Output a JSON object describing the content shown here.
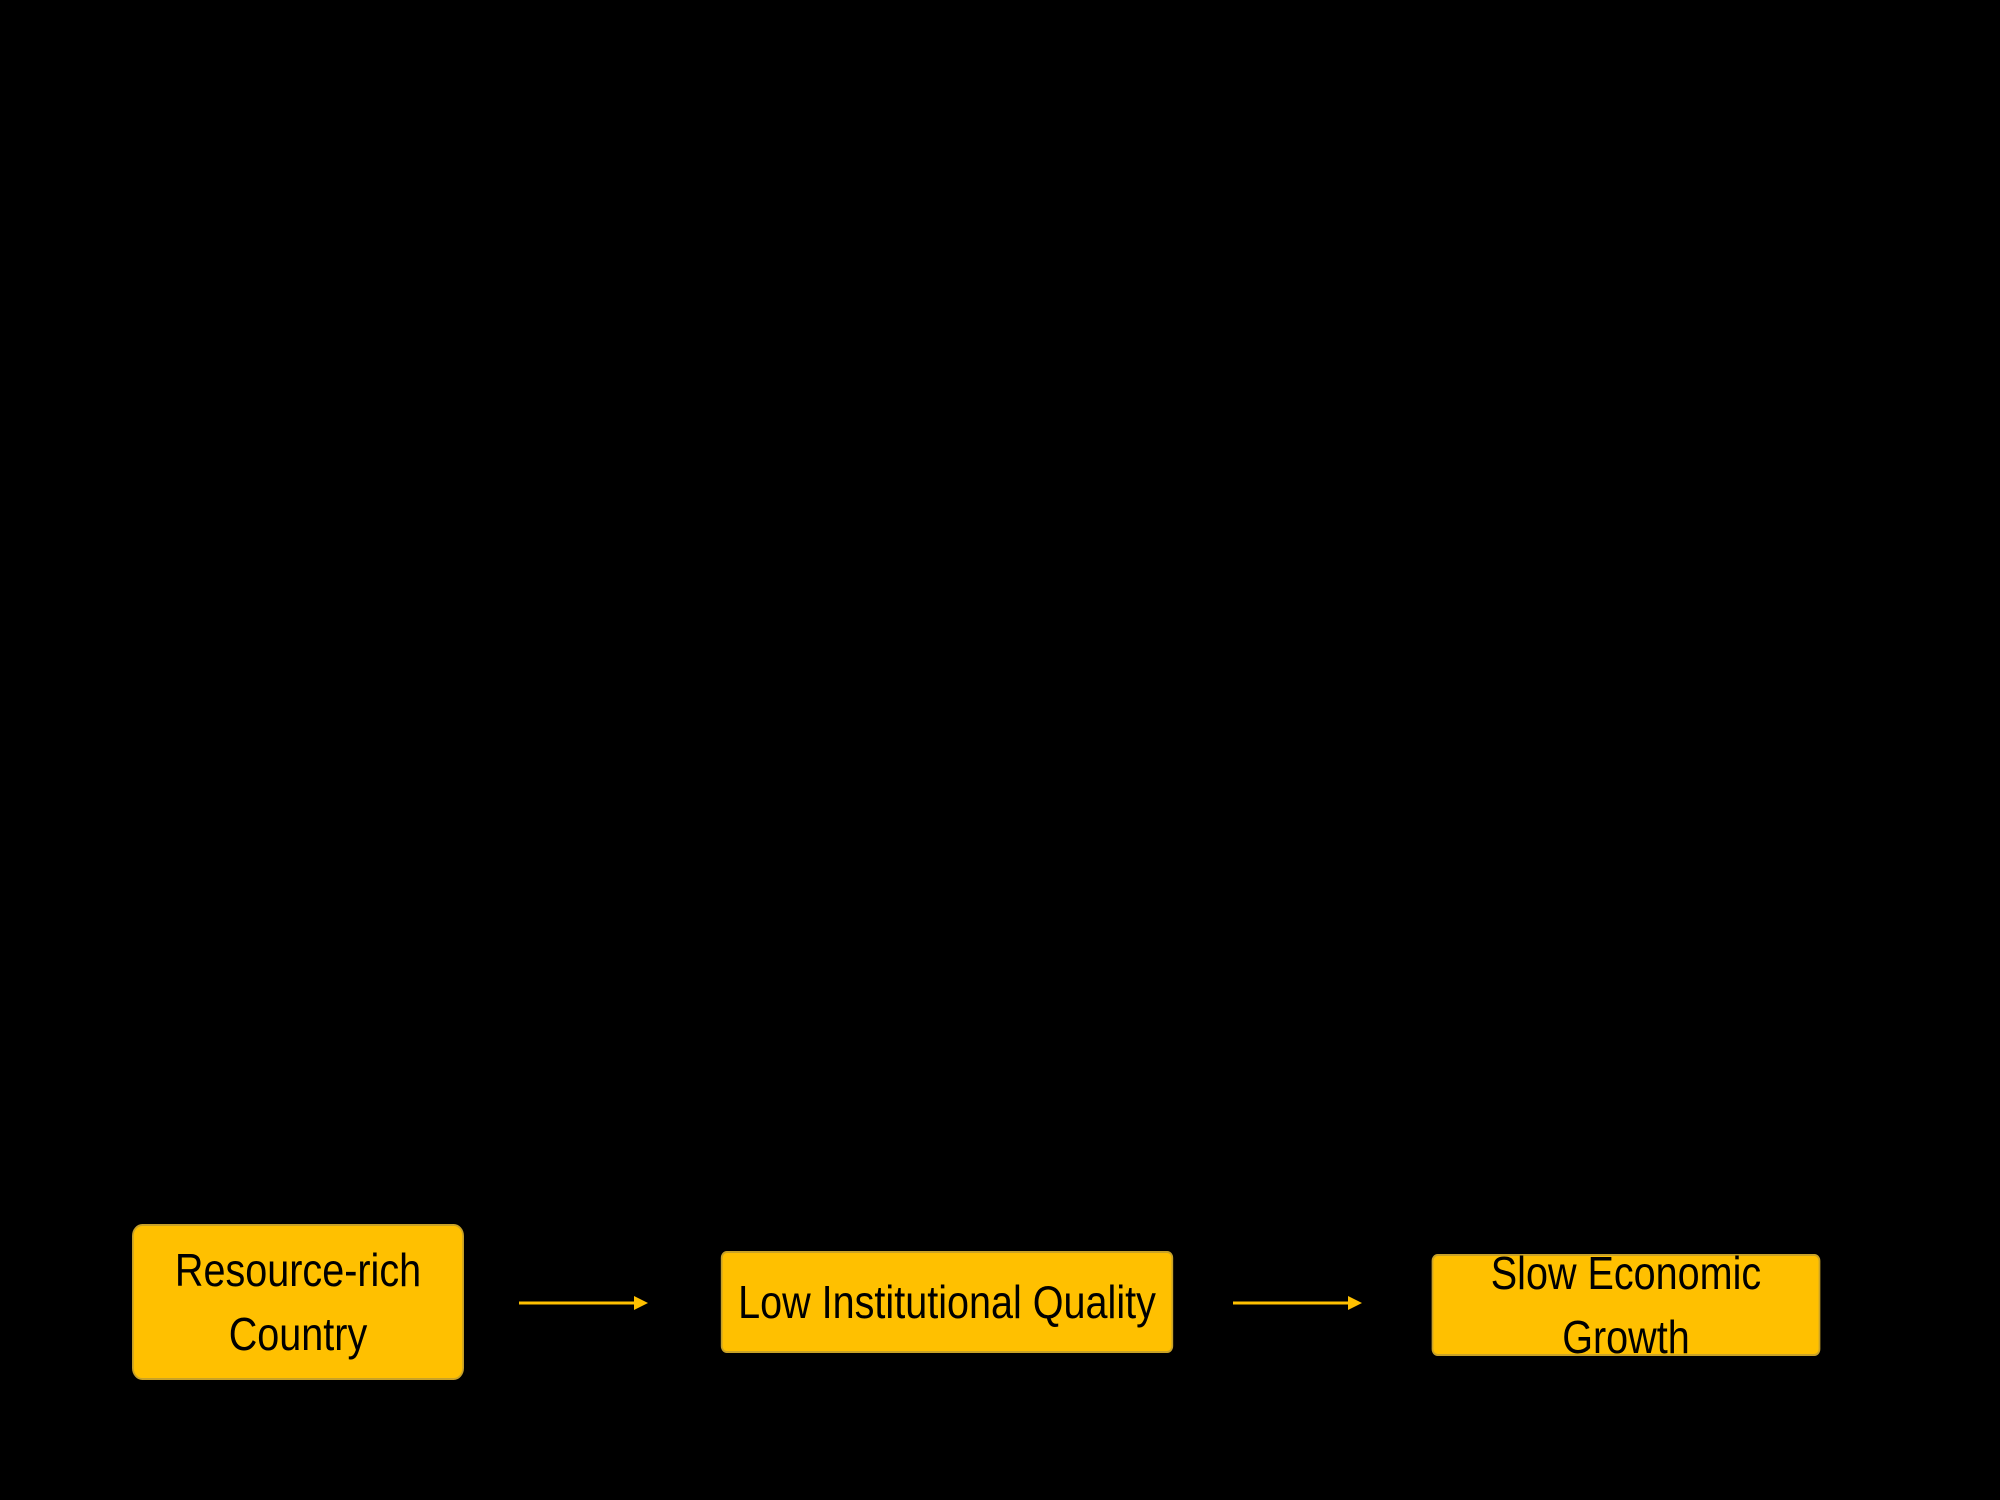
{
  "colors": {
    "background": "#000000",
    "node_fill": "#FFC000",
    "node_border": "#C9A227",
    "arrow": "#FFC000",
    "text": "#000000"
  },
  "diagram": {
    "nodes": [
      {
        "id": "resource-rich-country",
        "lines": [
          "Resource-rich",
          "Country"
        ]
      },
      {
        "id": "low-institutional-quality",
        "lines": [
          "Low Institutional Quality"
        ]
      },
      {
        "id": "slow-economic-growth",
        "lines": [
          "Slow Economic Growth"
        ]
      }
    ],
    "edges": [
      {
        "from": "resource-rich-country",
        "to": "low-institutional-quality"
      },
      {
        "from": "low-institutional-quality",
        "to": "slow-economic-growth"
      }
    ]
  }
}
